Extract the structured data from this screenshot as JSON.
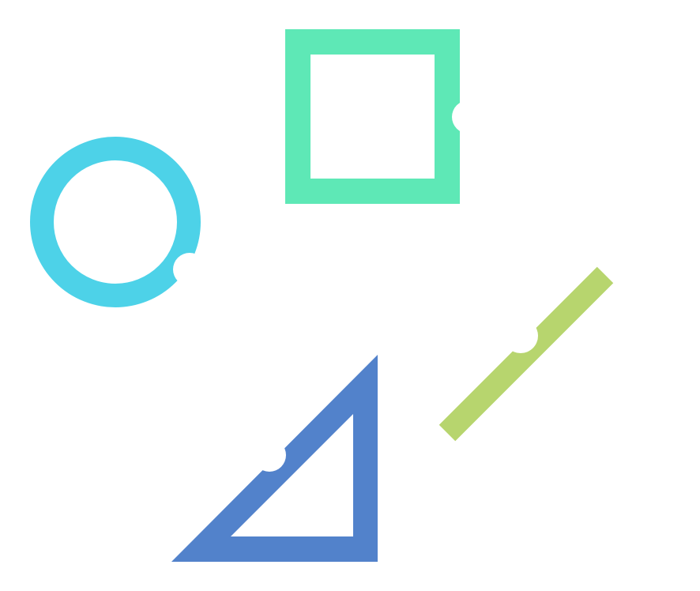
{
  "background": "#ffffff",
  "shapes": [
    {
      "kind": "ring",
      "color": "#4dd2e8"
    },
    {
      "kind": "square",
      "color": "#5ee8b6"
    },
    {
      "kind": "line",
      "color": "#b7d56e"
    },
    {
      "kind": "triangle",
      "color": "#5282cb"
    }
  ]
}
